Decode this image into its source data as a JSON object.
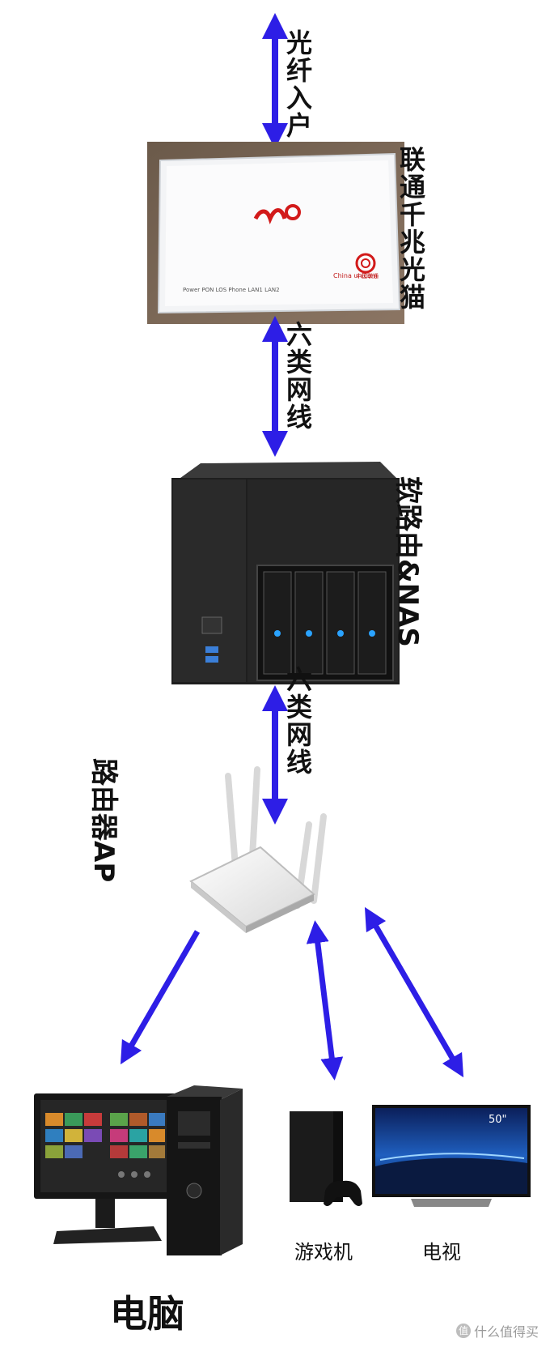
{
  "labels": {
    "fiber_in": "光纤入户",
    "modem": "联通千兆光猫",
    "cable1": "六类网线",
    "nas": "软路由&NAS",
    "cable2": "六类网线",
    "router_ap": "路由器AP",
    "game_console": "游戏机",
    "tv": "电视",
    "computer": "电脑"
  },
  "modem_logo": {
    "brand_cn": "中国联通",
    "brand_en": "China unicom",
    "ports": "Power  PON  LOS        Phone  LAN1  LAN2"
  },
  "tv_screen": {
    "size": "50\""
  },
  "watermark": {
    "text": "什么值得买",
    "badge": "值"
  },
  "colors": {
    "arrow": "#2d1ee6",
    "ink": "#111111"
  }
}
